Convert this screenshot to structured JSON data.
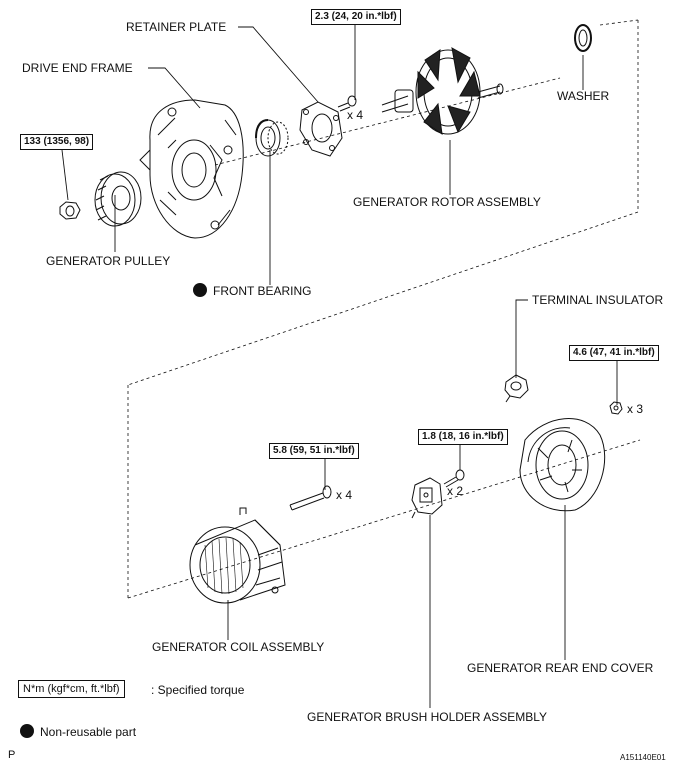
{
  "parts": {
    "retainer_plate": "RETAINER PLATE",
    "drive_end_frame": "DRIVE END FRAME",
    "washer": "WASHER",
    "generator_rotor_assembly": "GENERATOR ROTOR ASSEMBLY",
    "generator_pulley": "GENERATOR PULLEY",
    "front_bearing": "FRONT BEARING",
    "terminal_insulator": "TERMINAL INSULATOR",
    "generator_coil_assembly": "GENERATOR COIL ASSEMBLY",
    "generator_rear_end_cover": "GENERATOR REAR END COVER",
    "generator_brush_holder_assembly": "GENERATOR BRUSH HOLDER ASSEMBLY"
  },
  "torques": {
    "retainer_bolt": "2.3 (24, 20 in.*lbf)",
    "pulley_nut": "133 (1356, 98)",
    "rear_cover_nut": "4.6 (47, 41 in.*lbf)",
    "brush_holder_screw": "1.8 (18, 16 in.*lbf)",
    "through_bolt": "5.8 (59, 51 in.*lbf)"
  },
  "quantities": {
    "retainer_bolt": "x 4",
    "rear_cover_nut": "x 3",
    "brush_holder_screw": "x 2",
    "through_bolt": "x 4"
  },
  "legend": {
    "torque_box": "N*m (kgf*cm, ft.*lbf)",
    "torque_text": ": Specified torque",
    "nonreusable_text": "Non-reusable part"
  },
  "footer": {
    "left_mark": "P",
    "figure_id": "A151140E01"
  }
}
